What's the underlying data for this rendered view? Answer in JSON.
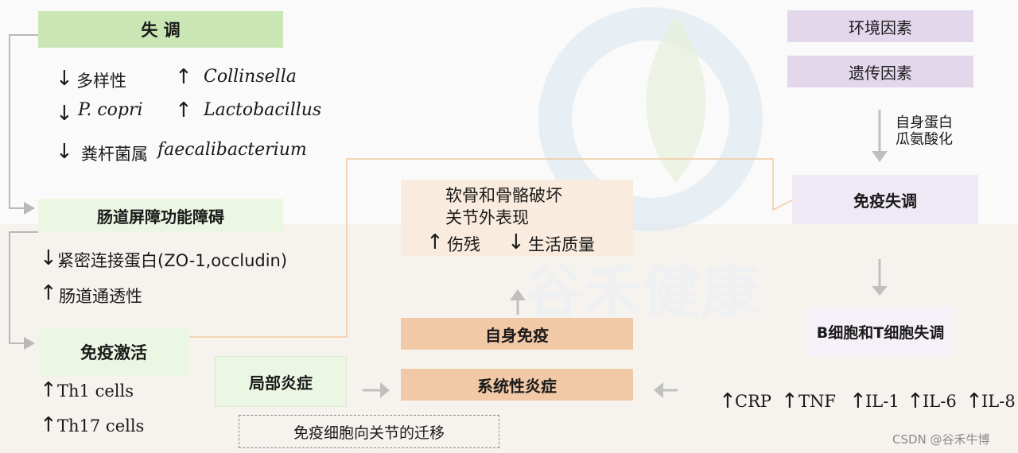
{
  "arrows": {
    "down": "↓",
    "up": "↑"
  },
  "left": {
    "dysbiosis": "失 调",
    "items": {
      "diversity": "多样性",
      "pcopri": "P. copri",
      "faecali_cn": "粪杆菌属",
      "faecali_lat": "faecalibacterium",
      "collinsella": "Collinsella",
      "lactobacillus": "Lactobacillus"
    },
    "barrier": "肠道屏障功能障碍",
    "tight_junction": "紧密连接蛋白(ZO-1,occludin)",
    "permeability": "肠道通透性",
    "immune_activation": "免疫激活",
    "th1": "Th1 cells",
    "th17": "Th17 cells"
  },
  "middle": {
    "cartilage_line1": "软骨和骨骼破坏",
    "cartilage_line2": "关节外表现",
    "disability": "伤残",
    "quality": "生活质量",
    "local": "局部炎症",
    "migration": "免疫细胞向关节的迁移",
    "autoimmune": "自身免疫",
    "systemic": "系统性炎症"
  },
  "right": {
    "env": "环境因素",
    "genetic": "遗传因素",
    "citrul_1": "自身蛋白",
    "citrul_2": "瓜氨酸化",
    "immune_dys": "免疫失调",
    "bt": "B细胞和T细胞失调",
    "markers": [
      "CRP",
      "TNF",
      "IL-1",
      "IL-6",
      "IL-8"
    ]
  },
  "watermark": "谷禾健康",
  "footer": "CSDN @谷禾牛博"
}
